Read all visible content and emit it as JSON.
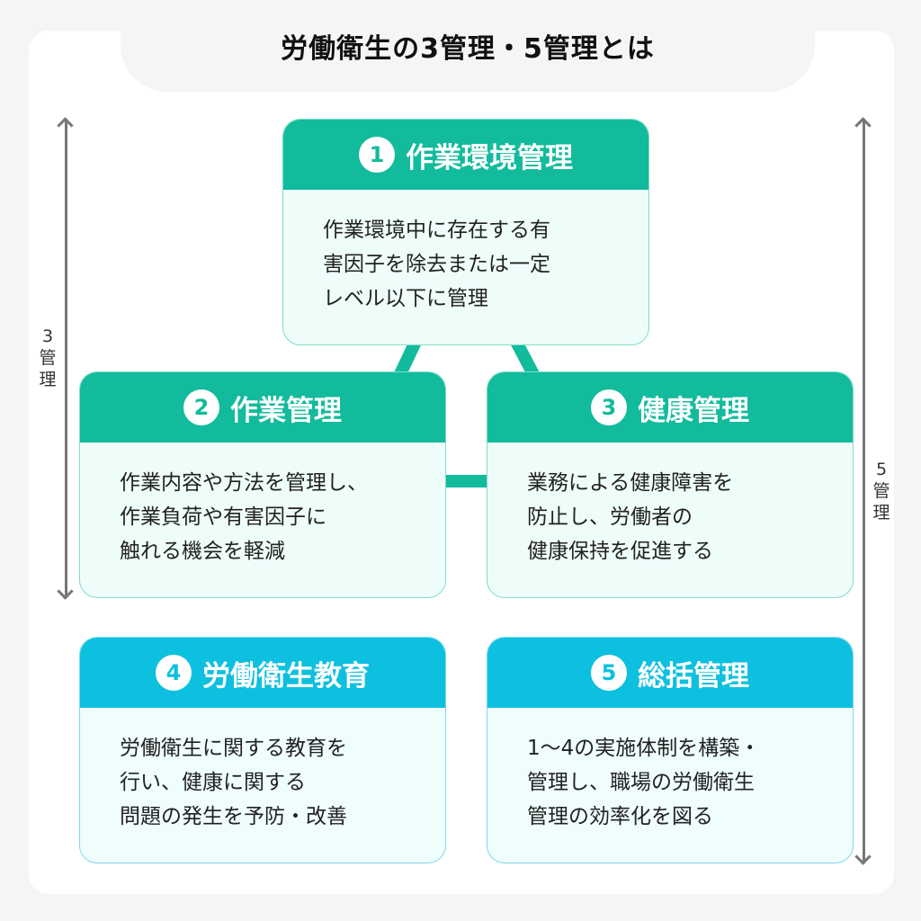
{
  "title": "労働衛生の3管理・5管理とは",
  "labels": {
    "three": [
      "3",
      "管",
      "理"
    ],
    "five": [
      "5",
      "管",
      "理"
    ]
  },
  "colors": {
    "teal": "#12BB9C",
    "cyan": "#0EC0DF"
  },
  "boxes": [
    {
      "num": "1",
      "title": "作業環境管理",
      "lines": [
        "作業環境中に存在する有",
        "害因子を除去または一定",
        "レベル以下に管理"
      ]
    },
    {
      "num": "2",
      "title": "作業管理",
      "lines": [
        "作業内容や方法を管理し、",
        "作業負荷や有害因子に",
        "触れる機会を軽減"
      ]
    },
    {
      "num": "3",
      "title": "健康管理",
      "lines": [
        "業務による健康障害を",
        "防止し、労働者の",
        "健康保持を促進する"
      ]
    },
    {
      "num": "4",
      "title": "労働衛生教育",
      "lines": [
        "労働衛生に関する教育を",
        "行い、健康に関する",
        "問題の発生を予防・改善"
      ]
    },
    {
      "num": "5",
      "title": "総括管理",
      "lines": [
        "1〜4の実施体制を構築・",
        "管理し、職場の労働衛生",
        "管理の効率化を図る"
      ]
    }
  ]
}
